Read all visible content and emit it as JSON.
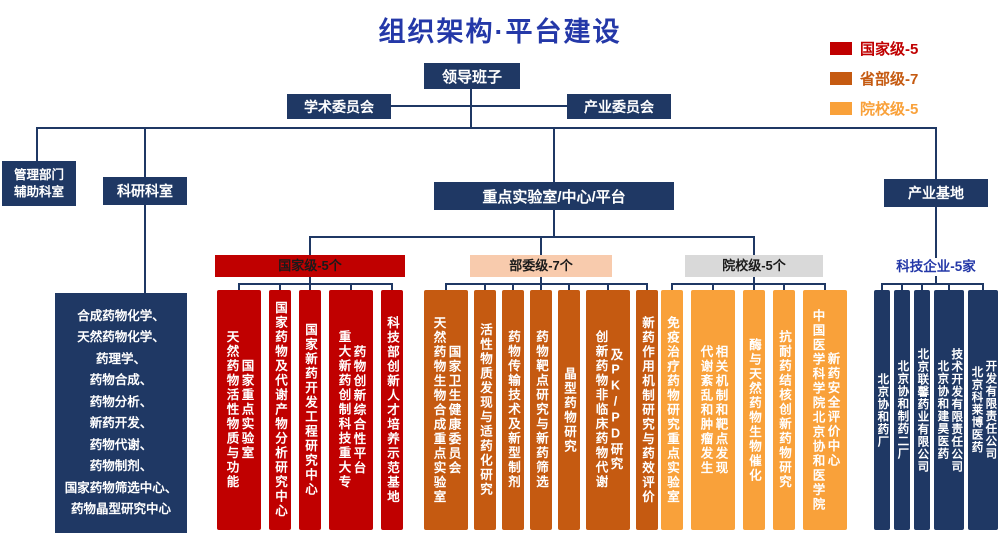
{
  "title": "组织架构·平台建设",
  "legend": [
    {
      "label": "国家级-5",
      "color": "#C00000"
    },
    {
      "label": "省部级-7",
      "color": "#C55A11"
    },
    {
      "label": "院校级-5",
      "color": "#F9A13A"
    }
  ],
  "nodes": {
    "leadership": "领导班子",
    "academic_committee": "学术委员会",
    "industry_committee": "产业委员会",
    "admin_support": "管理部门\n辅助科室",
    "research_office": "科研科室",
    "key_labs": "重点实验室/中心/平台",
    "industry_base": "产业基地"
  },
  "research_list": "合成药物化学、\n天然药物化学、\n药理学、\n药物合成、\n药物分析、\n新药开发、\n药物代谢、\n药物制剂、\n国家药物筛选中心、\n药物晶型研究中心",
  "groups": [
    {
      "id": "national",
      "header": "国家级-5个",
      "header_bg": "#C00000",
      "header_text": "#1A1A1A",
      "bar_bg": "#C00000",
      "bars": [
        {
          "lines": [
            "天然药物活性物质与功能",
            "国家重点实验室"
          ]
        },
        {
          "lines": [
            "国家药物及代谢产物分析研究中心"
          ]
        },
        {
          "lines": [
            "国家新药开发工程研究中心"
          ]
        },
        {
          "lines": [
            "重大新药创制科技重大专",
            "药物创新综合性平台"
          ]
        },
        {
          "lines": [
            "科技部创新人才培养示范基地"
          ]
        }
      ]
    },
    {
      "id": "ministry",
      "header": "部委级-7个",
      "header_bg": "#F8CBAD",
      "header_text": "#1A1A1A",
      "bar_bg": "#C55A11",
      "bars": [
        {
          "lines": [
            "天然药物生物合成重点实验室",
            "国家卫生健康委员会"
          ]
        },
        {
          "lines": [
            "活性物质发现与适药化研究"
          ]
        },
        {
          "lines": [
            "药物传输技术及新型制剂"
          ]
        },
        {
          "lines": [
            "药物靶点研究与新药筛选"
          ]
        },
        {
          "lines": [
            "晶型药物研究"
          ]
        },
        {
          "lines": [
            "创新药物非临床药物代谢",
            "及PK/PD研究"
          ]
        },
        {
          "lines": [
            "新药作用机制研究与药效评价"
          ]
        }
      ]
    },
    {
      "id": "college",
      "header": "院校级-5个",
      "header_bg": "#D9D9D9",
      "header_text": "#1A1A1A",
      "bar_bg": "#F9A13A",
      "bars": [
        {
          "lines": [
            "免疫治疗药物研究重点实验室"
          ]
        },
        {
          "lines": [
            "代谢紊乱和肿瘤发生",
            "相关机制和靶点发现"
          ]
        },
        {
          "lines": [
            "酶与天然药物生物催化"
          ]
        },
        {
          "lines": [
            "抗耐药结核创新药物研究"
          ]
        },
        {
          "lines": [
            "中国医学科学院北京协和医学院",
            "新药安全评价中心"
          ]
        }
      ]
    },
    {
      "id": "companies",
      "header": "科技企业-5家",
      "header_bg": "transparent",
      "header_text": "#2438A8",
      "bar_bg": "#1F3864",
      "bars": [
        {
          "lines": [
            "北京协和药厂"
          ]
        },
        {
          "lines": [
            "北京协和制药二厂"
          ]
        },
        {
          "lines": [
            "北京联馨药业有限公司"
          ]
        },
        {
          "lines": [
            "北京协和建昊医药",
            "技术开发有限责任公司"
          ]
        },
        {
          "lines": [
            "北京科莱博医药",
            "开发有限责任公司"
          ]
        }
      ]
    }
  ]
}
